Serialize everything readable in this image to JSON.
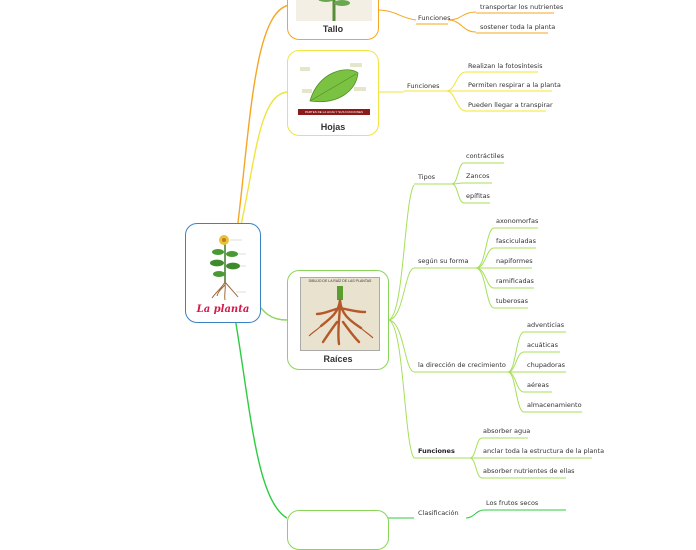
{
  "colors": {
    "tallo": "#f5a623",
    "hojas": "#f0e442",
    "raices": "#8bd45a",
    "central_border": "#3b82c4",
    "fruits": "#2ecc40",
    "leaf_underline": "#f5e62a",
    "root_underline": "#a5e05a"
  },
  "central": {
    "title": "La planta"
  },
  "tallo": {
    "title": "Tallo",
    "funciones": "Funciones",
    "items": [
      "transportar los nutrientes",
      "sostener toda la planta"
    ]
  },
  "hojas": {
    "title": "Hojas",
    "image_caption": "PARTES DE LA HOJA Y SUS FUNCIONES",
    "funciones": "Funciones",
    "items": [
      "Realizan la fotosíntesis",
      "Permiten respirar a la planta",
      "Pueden llegar a transpirar"
    ]
  },
  "raices": {
    "title": "Raíces",
    "image_caption": "DIBUJO DE LA RAÍZ DE LAS PLANTAS",
    "tipos": {
      "label": "Tipos",
      "items": [
        "contráctiles",
        "Zancos",
        "epífitas"
      ]
    },
    "segun_forma": {
      "label": "según su forma",
      "items": [
        "axonomorfas",
        "fasciculadas",
        "napiformes",
        "ramificadas",
        "tuberosas"
      ]
    },
    "direccion": {
      "label": "la dirección de crecimiento",
      "items": [
        "adventicias",
        "acuáticas",
        "chupadoras",
        "aéreas",
        "almacenamiento"
      ]
    },
    "funciones": {
      "label": "Funciones",
      "items": [
        "absorber agua",
        "anclar toda la estructura de la planta",
        "absorber nutrientes de ellas"
      ]
    }
  },
  "frutos": {
    "clasificacion": "Clasificación",
    "items": [
      "Los frutos secos"
    ]
  }
}
